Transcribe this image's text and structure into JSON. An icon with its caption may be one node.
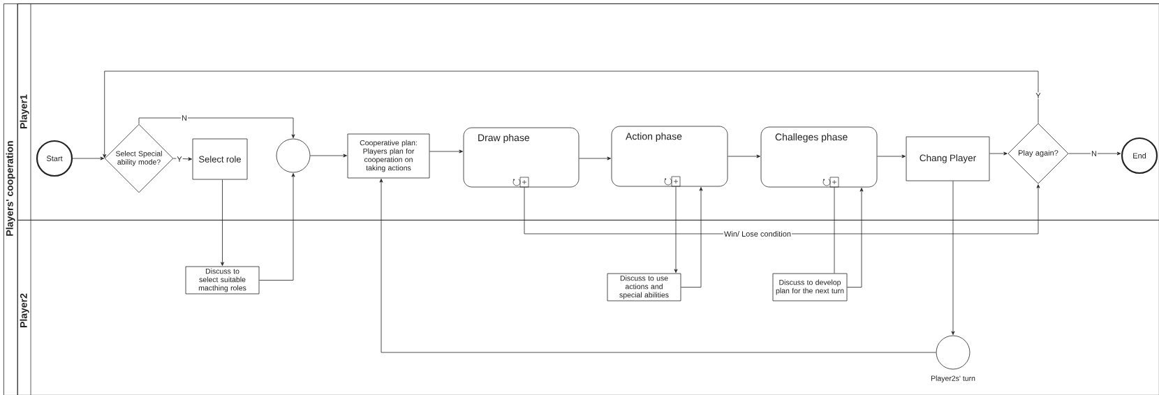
{
  "diagram": {
    "nodes": [
      {
        "text": [
          "Players' cooperation"
        ]
      },
      {
        "text": [
          "Player1"
        ],
        "in": 0
      },
      {
        "text": [
          "Player2"
        ],
        "in": 0
      },
      {
        "text": [
          "Start"
        ],
        "in": 1
      },
      {
        "text": [
          "Select Special ability mode?"
        ],
        "in": 1
      },
      {
        "text": [
          "Select role"
        ],
        "in": 1
      },
      {
        "text": [],
        "shape": "circle",
        "in": 1
      },
      {
        "text": [
          "Cooperative plan: Players plan for cooperation on taking actions"
        ],
        "in": 1
      },
      {
        "text": [
          "Draw phase"
        ],
        "in": 1
      },
      {
        "text": [
          "Action phase"
        ],
        "in": 1
      },
      {
        "text": [
          "Challeges phase"
        ],
        "in": 1
      },
      {
        "text": [
          "Chang Player"
        ],
        "in": 1
      },
      {
        "text": [
          "Play again?"
        ],
        "in": 1
      },
      {
        "text": [
          "End"
        ],
        "in": 1
      },
      {
        "text": [
          "Discuss to select suitable macthing roles"
        ],
        "in": 2
      },
      {
        "text": [
          "Discuss to use actions and special abilities"
        ],
        "in": 2
      },
      {
        "text": [
          "Discuss to develop plan for the next turn"
        ],
        "in": 2
      },
      {
        "text": [],
        "shape": "circle",
        "in": 2,
        "beside": [
          "Player2s' turn"
        ]
      }
    ],
    "edges": [
      {
        "from": 3,
        "to": 4,
        "arrow": "to"
      },
      {
        "from": 4,
        "to": 5,
        "arrow": "to",
        "label": "Y"
      },
      {
        "from": 4,
        "to": 6,
        "arrow": "to",
        "label": "N"
      },
      {
        "from": 5,
        "to": 14,
        "arrow": "to"
      },
      {
        "from": 14,
        "to": 6,
        "arrow": "to"
      },
      {
        "from": 6,
        "to": 7,
        "arrow": "to"
      },
      {
        "from": 7,
        "to": 8,
        "arrow": "to"
      },
      {
        "from": 8,
        "to": 9,
        "arrow": "to"
      },
      {
        "from": 9,
        "to": 10,
        "arrow": "to"
      },
      {
        "from": 10,
        "to": 11,
        "arrow": "to"
      },
      {
        "from": 11,
        "to": 12,
        "arrow": "to"
      },
      {
        "from": 12,
        "to": 13,
        "arrow": "to",
        "label": "N"
      },
      {
        "from": 12,
        "to": 4,
        "arrow": "to",
        "label": "Y"
      },
      {
        "from": 9,
        "to": 15,
        "arrow": "to"
      },
      {
        "from": 15,
        "to": 9,
        "arrow": "to"
      },
      {
        "from": 10,
        "to": 16,
        "arrow": "none"
      },
      {
        "from": 16,
        "to": 10,
        "arrow": "to"
      },
      {
        "from": 11,
        "to": 17,
        "arrow": "to"
      },
      {
        "from": 17,
        "to": 7,
        "arrow": "to"
      },
      {
        "from": 8,
        "to": 12,
        "arrow": "to",
        "label": "Win/ Lose condition"
      }
    ]
  }
}
